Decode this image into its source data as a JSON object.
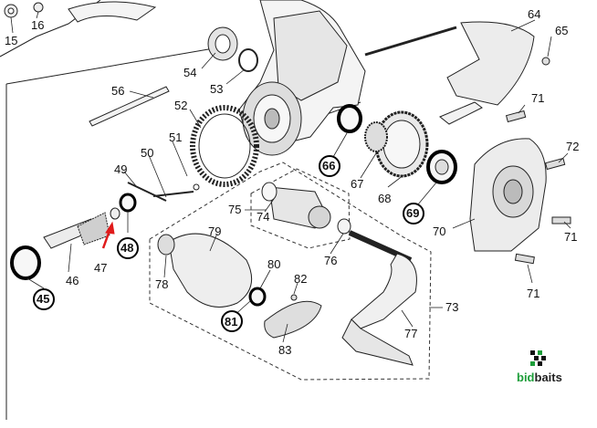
{
  "parts": {
    "p15": "15",
    "p16": "16",
    "p45": "45",
    "p46": "46",
    "p47": "47",
    "p48": "48",
    "p49": "49",
    "p50": "50",
    "p51": "51",
    "p52": "52",
    "p53": "53",
    "p54": "54",
    "p56": "56",
    "p64": "64",
    "p65": "65",
    "p66": "66",
    "p67": "67",
    "p68": "68",
    "p69": "69",
    "p70": "70",
    "p71a": "71",
    "p71b": "71",
    "p71c": "71",
    "p72": "72",
    "p73": "73",
    "p74": "74",
    "p75": "75",
    "p76": "76",
    "p77": "77",
    "p78": "78",
    "p79": "79",
    "p80": "80",
    "p81": "81",
    "p82": "82",
    "p83": "83"
  },
  "brand": {
    "name_green": "bid",
    "name_dark": "baits",
    "green": "#1e9e3a",
    "dark": "#222222"
  },
  "colors": {
    "line": "#222222",
    "highlight": "#000000",
    "arrow": "#e01b1b",
    "part_fill": "#f2f2f2",
    "part_shade": "#cfcfcf"
  }
}
